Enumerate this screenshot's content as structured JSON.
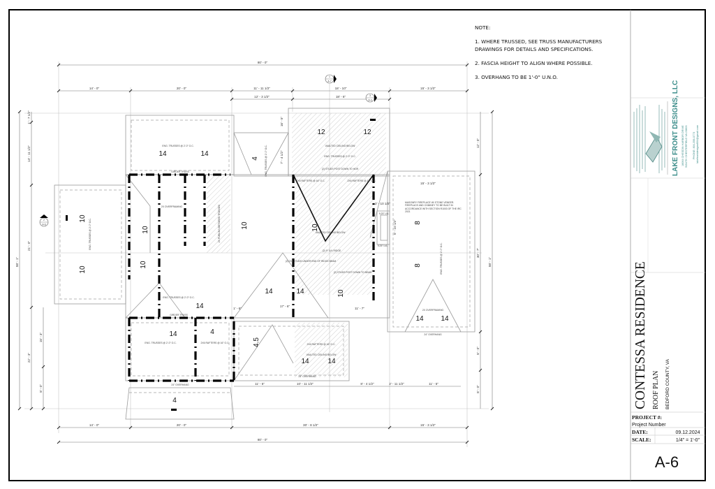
{
  "notes": {
    "heading": "NOTE:",
    "items": [
      "1. WHERE TRUSSED, SEE TRUSS MANUFACTURERS",
      "DRAWINGS FOR DETAILS AND SPECIFICATIONS.",
      "2. FASCIA HEIGHT TO ALIGN WHERE POSSIBLE.",
      "3. OVERHANG TO BE 1'-0\" U.N.O."
    ]
  },
  "title_block": {
    "company": "LAKE FRONT DESIGNS, LLC",
    "address_1": "18064 CHESDIN HARBOR DRIVE",
    "address_2": "SOUTH CHESTERFIELD VA 23803",
    "phone": "PHONE: 804-356-0773",
    "email": "lakefrontdesigns804@gmail.com",
    "project_name": "CONTESSA RESIDENCE",
    "sheet_title": "ROOF PLAN",
    "location": "BEDFORD COUNTY, VA",
    "project_label": "PROJECT #:",
    "project_value": "Project Number",
    "date_label": "DATE:",
    "date_value": "09.12.2024",
    "scale_label": "SCALE:",
    "scale_value": "1/4\" = 1'-0\"",
    "sheet_number": "A-6",
    "brand_color": "#3f8f8c"
  },
  "section_markers": [
    {
      "num": "1",
      "sheet": "A-7"
    },
    {
      "num": "3",
      "sheet": "A-4"
    },
    {
      "num": "2",
      "sheet": "A-6"
    }
  ],
  "dimensions": {
    "top_overall": "80' - 0\"",
    "top": [
      "14' - 0\"",
      "20' - 0\"",
      "11' - 11 1/2\"",
      "18' - 10\"",
      "15' - 3 1/2\""
    ],
    "top_second": [
      "12' - 3 1/2\"",
      "18' - 6\""
    ],
    "bottom": [
      "14' - 0\"",
      "20' - 0\"",
      "30' - 8 1/2\"",
      "15' - 3 1/2\""
    ],
    "bottom_overall": "80' - 0\"",
    "lower_interior": [
      "11' - 5\"",
      "10' - 11 1/2\"",
      "8' - 4 1/2\"",
      "2' - 11 1/2\"",
      "11' - 5\""
    ],
    "left": [
      "58' - 1\"",
      "1' - 7 1/2\"",
      "14' - 11 1/2\"",
      "21' - 0\"",
      "22' - 3\"",
      "15' - 3\"",
      "8' - 0\""
    ],
    "right": [
      "12' - 0\"",
      "30' - 7\"",
      "8' - 0\"",
      "8' - 0\"",
      "58' - 1\""
    ],
    "interior": [
      "16' - 5\"",
      "15' - 3 1/2\"",
      "7' - 4 1/2\"",
      "2' - 10 1/2\"",
      "5' - 10 1/2\"",
      "11' - 7\"",
      "17' - 6\"",
      "1' - 6\""
    ]
  },
  "pitches": [
    "14",
    "14",
    "12",
    "12",
    "4",
    "10",
    "10",
    "10",
    "10",
    "10",
    "8",
    "8",
    "10",
    "14",
    "14",
    "14",
    "14",
    "4",
    "4.5",
    "14",
    "14",
    "10",
    "14",
    "14",
    "4"
  ],
  "labels": {
    "vaulted": "VAULTED CEILING BELOW",
    "rafters": "2X6 RAFTERS @ 16\" O.C.",
    "trusses": "ENG. TRUSSES @ 2'-0\" O.C.",
    "girder": "GIRDER TRUSS",
    "overframing": "2X OVERFRAMING",
    "purlins": "2X PURLINS BETWEEN TRUSSES",
    "post_hdr": "(2) STUDS POST DOWN TO HDR",
    "post_beam": "(2) STUDS POST DOWN TO BEAM",
    "ridge": "(2) 9\" LVL RIDGE",
    "studs_under": "(2) 2X4 STUDS UNDER END OF RIDGE BEAM",
    "overhang": "24\" OVERHANG",
    "lvl": "9.25\" LVL",
    "fireplace": "MASONRY FIREPLACE W/ STONE VENEER. FIREPLACE AND CHIMNEY TO BE BUILT IN ACCORDANCE WITH SECTION R1003 OF THE IRC 2021"
  }
}
